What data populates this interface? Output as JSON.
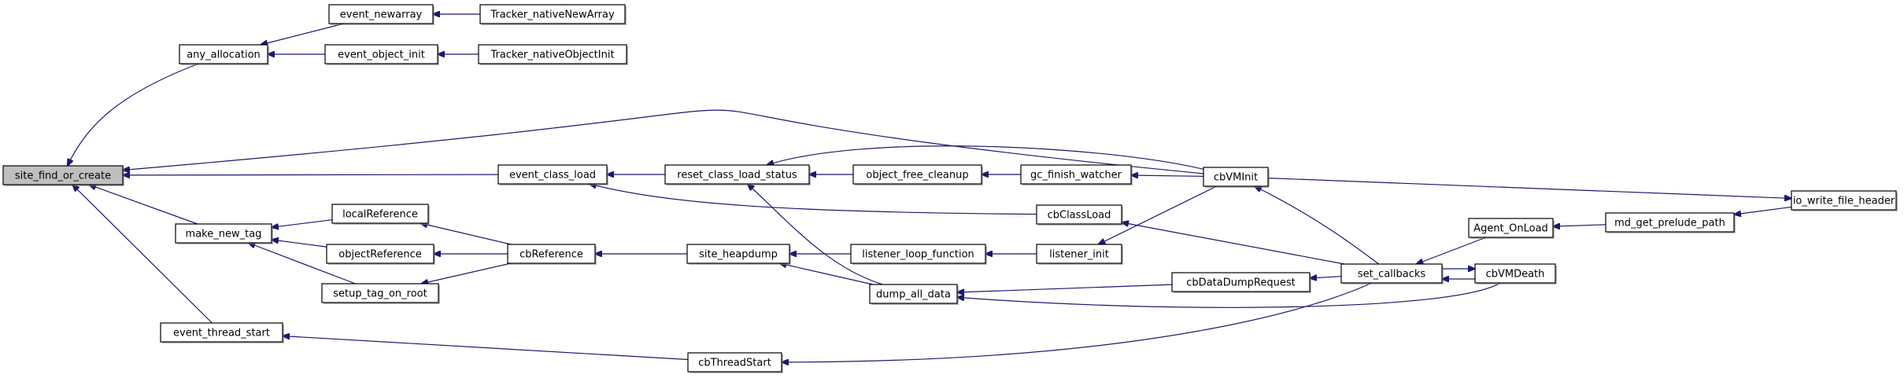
{
  "diagram": {
    "type": "call-graph",
    "root": "site_find_or_create",
    "colors": {
      "edge": "#191970",
      "root_fill": "#bfbfbf",
      "node_fill": "#ffffff",
      "node_border": "#000000"
    },
    "nodes": [
      {
        "id": "site_find_or_create",
        "label": "site_find_or_create"
      },
      {
        "id": "any_allocation",
        "label": "any_allocation"
      },
      {
        "id": "event_newarray",
        "label": "event_newarray"
      },
      {
        "id": "Tracker_nativeNewArray",
        "label": "Tracker_nativeNewArray"
      },
      {
        "id": "event_object_init",
        "label": "event_object_init"
      },
      {
        "id": "Tracker_nativeObjectInit",
        "label": "Tracker_nativeObjectInit"
      },
      {
        "id": "event_class_load",
        "label": "event_class_load"
      },
      {
        "id": "reset_class_load_status",
        "label": "reset_class_load_status"
      },
      {
        "id": "object_free_cleanup",
        "label": "object_free_cleanup"
      },
      {
        "id": "gc_finish_watcher",
        "label": "gc_finish_watcher"
      },
      {
        "id": "cbVMInit",
        "label": "cbVMInit"
      },
      {
        "id": "io_write_file_header",
        "label": "io_write_file_header"
      },
      {
        "id": "cbClassLoad",
        "label": "cbClassLoad"
      },
      {
        "id": "make_new_tag",
        "label": "make_new_tag"
      },
      {
        "id": "localReference",
        "label": "localReference"
      },
      {
        "id": "objectReference",
        "label": "objectReference"
      },
      {
        "id": "setup_tag_on_root",
        "label": "setup_tag_on_root"
      },
      {
        "id": "cbReference",
        "label": "cbReference"
      },
      {
        "id": "site_heapdump",
        "label": "site_heapdump"
      },
      {
        "id": "listener_loop_function",
        "label": "listener_loop_function"
      },
      {
        "id": "listener_init",
        "label": "listener_init"
      },
      {
        "id": "dump_all_data",
        "label": "dump_all_data"
      },
      {
        "id": "cbDataDumpRequest",
        "label": "cbDataDumpRequest"
      },
      {
        "id": "set_callbacks",
        "label": "set_callbacks"
      },
      {
        "id": "cbVMDeath",
        "label": "cbVMDeath"
      },
      {
        "id": "Agent_OnLoad",
        "label": "Agent_OnLoad"
      },
      {
        "id": "md_get_prelude_path",
        "label": "md_get_prelude_path"
      },
      {
        "id": "event_thread_start",
        "label": "event_thread_start"
      },
      {
        "id": "cbThreadStart",
        "label": "cbThreadStart"
      }
    ],
    "edges": [
      {
        "from": "any_allocation",
        "to": "site_find_or_create"
      },
      {
        "from": "event_newarray",
        "to": "any_allocation"
      },
      {
        "from": "Tracker_nativeNewArray",
        "to": "event_newarray"
      },
      {
        "from": "event_object_init",
        "to": "any_allocation"
      },
      {
        "from": "Tracker_nativeObjectInit",
        "to": "event_object_init"
      },
      {
        "from": "cbVMInit",
        "to": "site_find_or_create"
      },
      {
        "from": "event_class_load",
        "to": "site_find_or_create"
      },
      {
        "from": "reset_class_load_status",
        "to": "event_class_load"
      },
      {
        "from": "cbClassLoad",
        "to": "event_class_load"
      },
      {
        "from": "object_free_cleanup",
        "to": "reset_class_load_status"
      },
      {
        "from": "cbVMInit",
        "to": "reset_class_load_status"
      },
      {
        "from": "dump_all_data",
        "to": "reset_class_load_status"
      },
      {
        "from": "gc_finish_watcher",
        "to": "object_free_cleanup"
      },
      {
        "from": "cbVMInit",
        "to": "gc_finish_watcher"
      },
      {
        "from": "set_callbacks",
        "to": "cbVMInit"
      },
      {
        "from": "cbVMInit",
        "to": "io_write_file_header"
      },
      {
        "from": "set_callbacks",
        "to": "cbClassLoad"
      },
      {
        "from": "make_new_tag",
        "to": "site_find_or_create"
      },
      {
        "from": "localReference",
        "to": "make_new_tag"
      },
      {
        "from": "objectReference",
        "to": "make_new_tag"
      },
      {
        "from": "setup_tag_on_root",
        "to": "make_new_tag"
      },
      {
        "from": "cbReference",
        "to": "localReference"
      },
      {
        "from": "cbReference",
        "to": "objectReference"
      },
      {
        "from": "cbReference",
        "to": "setup_tag_on_root"
      },
      {
        "from": "site_heapdump",
        "to": "cbReference"
      },
      {
        "from": "listener_loop_function",
        "to": "site_heapdump"
      },
      {
        "from": "dump_all_data",
        "to": "site_heapdump"
      },
      {
        "from": "listener_init",
        "to": "listener_loop_function"
      },
      {
        "from": "cbVMInit",
        "to": "listener_init"
      },
      {
        "from": "cbDataDumpRequest",
        "to": "dump_all_data"
      },
      {
        "from": "cbVMDeath",
        "to": "dump_all_data"
      },
      {
        "from": "set_callbacks",
        "to": "cbDataDumpRequest"
      },
      {
        "from": "set_callbacks",
        "to": "cbVMDeath"
      },
      {
        "from": "cbVMDeath",
        "to": "set_callbacks"
      },
      {
        "from": "Agent_OnLoad",
        "to": "set_callbacks"
      },
      {
        "from": "md_get_prelude_path",
        "to": "Agent_OnLoad"
      },
      {
        "from": "io_write_file_header",
        "to": "md_get_prelude_path"
      },
      {
        "from": "event_thread_start",
        "to": "site_find_or_create"
      },
      {
        "from": "cbThreadStart",
        "to": "event_thread_start"
      },
      {
        "from": "set_callbacks",
        "to": "cbThreadStart"
      }
    ]
  }
}
